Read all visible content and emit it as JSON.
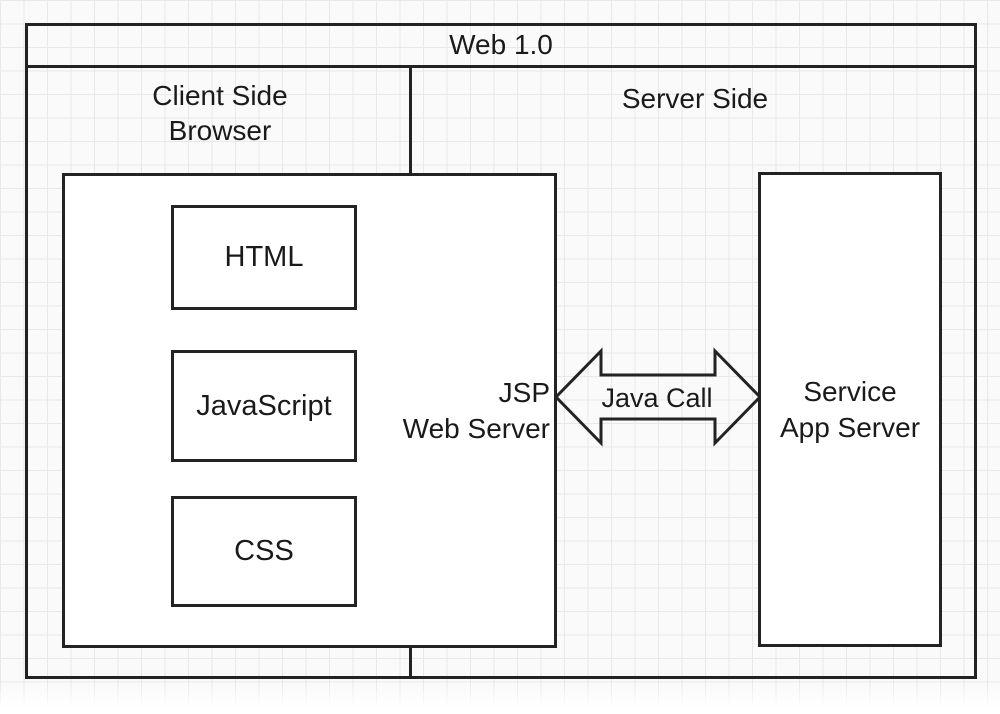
{
  "diagram": {
    "title": "Web 1.0",
    "client_section": {
      "label_line1": "Client Side",
      "label_line2": "Browser"
    },
    "server_section": {
      "label": "Server Side"
    },
    "web_server_box": {
      "label_line1": "JSP",
      "label_line2": "Web Server",
      "components": [
        {
          "label": "HTML"
        },
        {
          "label": "JavaScript"
        },
        {
          "label": "CSS"
        }
      ]
    },
    "connector": {
      "label": "Java Call",
      "type": "double-headed-arrow"
    },
    "app_server_box": {
      "label_line1": "Service",
      "label_line2": "App Server"
    },
    "colors": {
      "line": "#232323",
      "text": "#1a1a1a",
      "box_fill": "#ffffff",
      "grid_line": "#e8e8e8",
      "background": "#fafafa"
    }
  }
}
